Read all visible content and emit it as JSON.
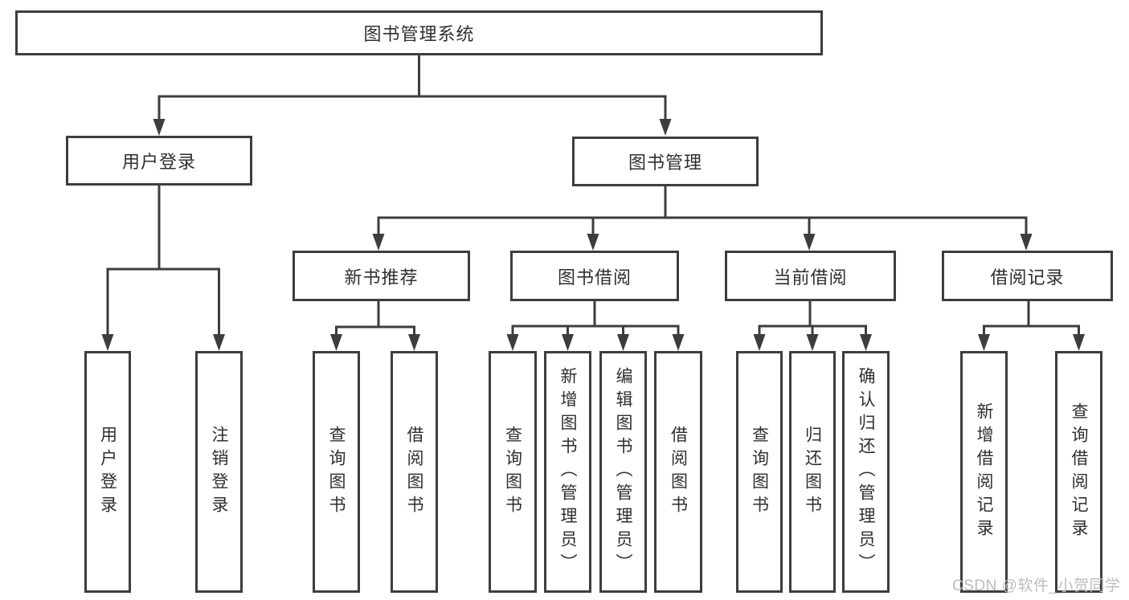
{
  "diagram": {
    "root": {
      "label": "图书管理系统"
    },
    "login_branch": {
      "label": "用户登录",
      "children": [
        "用户登录",
        "注销登录"
      ]
    },
    "management_branch": {
      "label": "图书管理",
      "modules": [
        {
          "label": "新书推荐",
          "children": [
            "查询图书",
            "借阅图书"
          ]
        },
        {
          "label": "图书借阅",
          "children": [
            "查询图书",
            "新增图书（管理员）",
            "编辑图书（管理员）",
            "借阅图书"
          ]
        },
        {
          "label": "当前借阅",
          "children": [
            "查询图书",
            "归还图书",
            "确认归还（管理员）"
          ]
        },
        {
          "label": "借阅记录",
          "children": [
            "新增借阅记录",
            "查询借阅记录"
          ]
        }
      ]
    }
  },
  "watermark": {
    "text": "CSDN @软件_小贺同学",
    "color": "#bdbdbd"
  },
  "colors": {
    "line": "#3d3d3d",
    "box_border": "#3d3d3d",
    "text": "#2f2f2f",
    "background": "#ffffff"
  }
}
